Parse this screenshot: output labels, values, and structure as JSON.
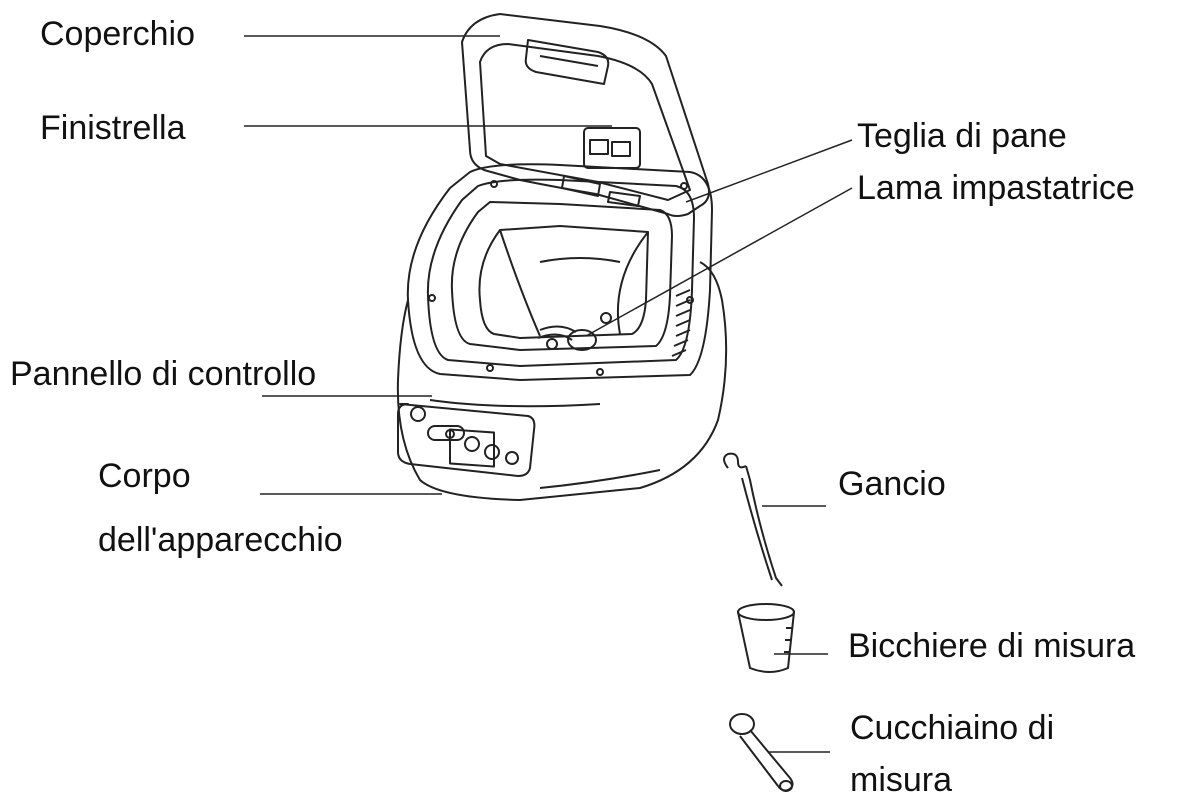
{
  "labels": {
    "coperchio": "Coperchio",
    "finistrella": "Finistrella",
    "teglia": "Teglia di pane",
    "lama": "Lama impastatrice",
    "pannello": "Pannello di controllo",
    "corpo_line1": "Corpo",
    "corpo_line2": "dell'apparecchio",
    "gancio": "Gancio",
    "bicchiere": "Bicchiere di misura",
    "cucchiaino_line1": "Cucchiaino di",
    "cucchiaino_line2": "misura"
  },
  "colors": {
    "line": "#222222",
    "background": "#ffffff",
    "text": "#111111"
  }
}
